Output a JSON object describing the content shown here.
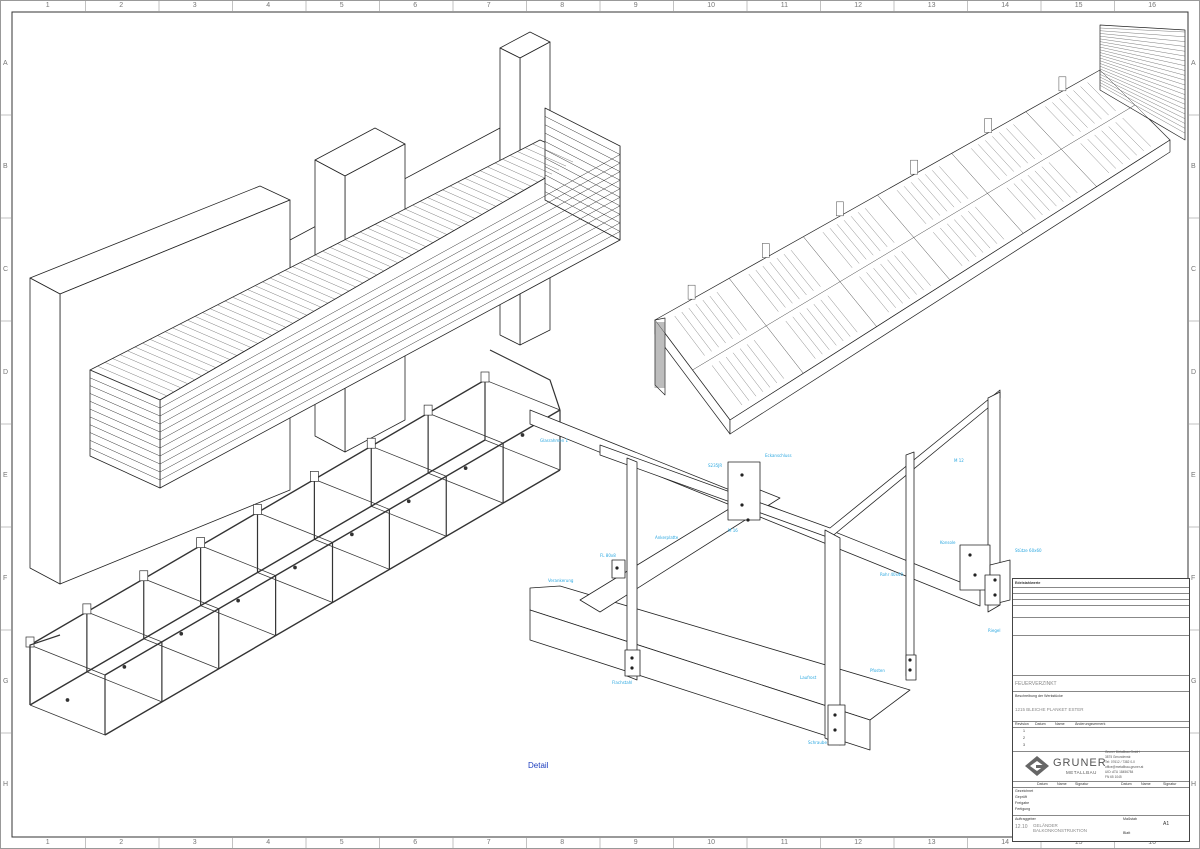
{
  "sheet": {
    "columns": [
      "1",
      "2",
      "3",
      "4",
      "5",
      "6",
      "7",
      "8",
      "9",
      "10",
      "11",
      "12",
      "13",
      "14",
      "15",
      "16"
    ],
    "rows": [
      "A",
      "B",
      "C",
      "D",
      "E",
      "F",
      "G",
      "H"
    ]
  },
  "detail_label": "Detail",
  "callouts": [
    {
      "id": "c1",
      "text": "Glasrahmen 1"
    },
    {
      "id": "c2",
      "text": "Eckanschluss"
    },
    {
      "id": "c3",
      "text": "S235JR"
    },
    {
      "id": "c4",
      "text": "M 16"
    },
    {
      "id": "c5",
      "text": "Ankerplatte"
    },
    {
      "id": "c6",
      "text": "FL 80x8"
    },
    {
      "id": "c7",
      "text": "Verankerung"
    },
    {
      "id": "c8",
      "text": "Stütze 60x60"
    },
    {
      "id": "c9",
      "text": "Konsole"
    },
    {
      "id": "c10",
      "text": "Rohr 40x40"
    },
    {
      "id": "c11",
      "text": "M 12"
    },
    {
      "id": "c12",
      "text": "Riegel"
    },
    {
      "id": "c13",
      "text": "Pfosten"
    },
    {
      "id": "c14",
      "text": "Laufrost"
    },
    {
      "id": "c15",
      "text": "Flachstahl"
    },
    {
      "id": "c16",
      "text": "Schraube"
    }
  ],
  "title_block": {
    "stainless_header": "Edelstahlwerte",
    "finish_label": "FEUERVERZINKT",
    "description_label": "Beschreibung der Werkstücke",
    "project": "1215 BLEICHE PLANKET ESTER",
    "revision_headers": [
      "Revision",
      "Datum",
      "Name",
      "Änderungsvermerk"
    ],
    "revision_rows": [
      "1",
      "2",
      "3"
    ],
    "company_name": "GRUNER",
    "company_sub": "METALLBAU",
    "address_lines": [
      "Gruner Metallbau GmbH",
      "3875 Gmundenstr.",
      "Tel: 07612 / 7382 0-0",
      "office@metallbau-gruner.at",
      "UID: ATU 18456784",
      "FN 65 1045"
    ],
    "sign_headers": [
      "Datum",
      "Name",
      "Signatur",
      "Datum",
      "Name",
      "Signatur"
    ],
    "sign_rows": [
      "Gezeichnet",
      "Geprüft",
      "Freigabe",
      "Fertigung"
    ],
    "order_label": "Auftraggeber",
    "drawing_no": "12.10",
    "drawing_title": "GELÄNDER BALKONKONSTRUKTION",
    "format": "A1",
    "scale_label": "Maßstab",
    "sheet_label": "Blatt"
  }
}
